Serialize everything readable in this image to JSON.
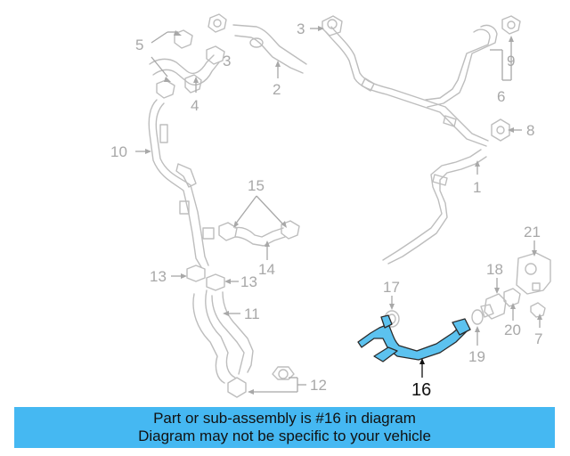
{
  "diagram": {
    "highlighted_part": "16",
    "callouts": [
      "1",
      "2",
      "3",
      "3",
      "4",
      "5",
      "6",
      "7",
      "8",
      "9",
      "10",
      "11",
      "12",
      "13",
      "13",
      "14",
      "15",
      "16",
      "17",
      "18",
      "19",
      "20",
      "21"
    ]
  },
  "banner": {
    "line1": "Part or sub-assembly is #16 in diagram",
    "line2": "Diagram may not be specific to your vehicle"
  },
  "colors": {
    "highlight": "#5cc2ef",
    "banner": "#45b8f2",
    "linework": "#bdbdbd"
  }
}
